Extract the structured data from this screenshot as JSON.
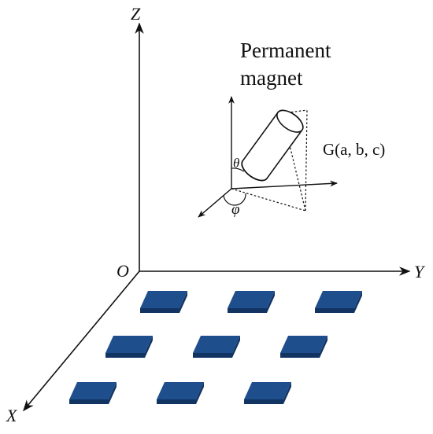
{
  "axes": {
    "z": "Z",
    "y": "Y",
    "x": "X",
    "origin": "O"
  },
  "magnet": {
    "title_line1": "Permanent",
    "title_line2": "magnet"
  },
  "point": {
    "label": "G(a, b, c)"
  },
  "angles": {
    "theta": "θ",
    "phi": "φ"
  },
  "colors": {
    "sensor": "#1f4e8c",
    "sensor_dark": "#123462",
    "line": "#111111"
  },
  "sensors": {
    "rows": 3,
    "cols": 3
  }
}
